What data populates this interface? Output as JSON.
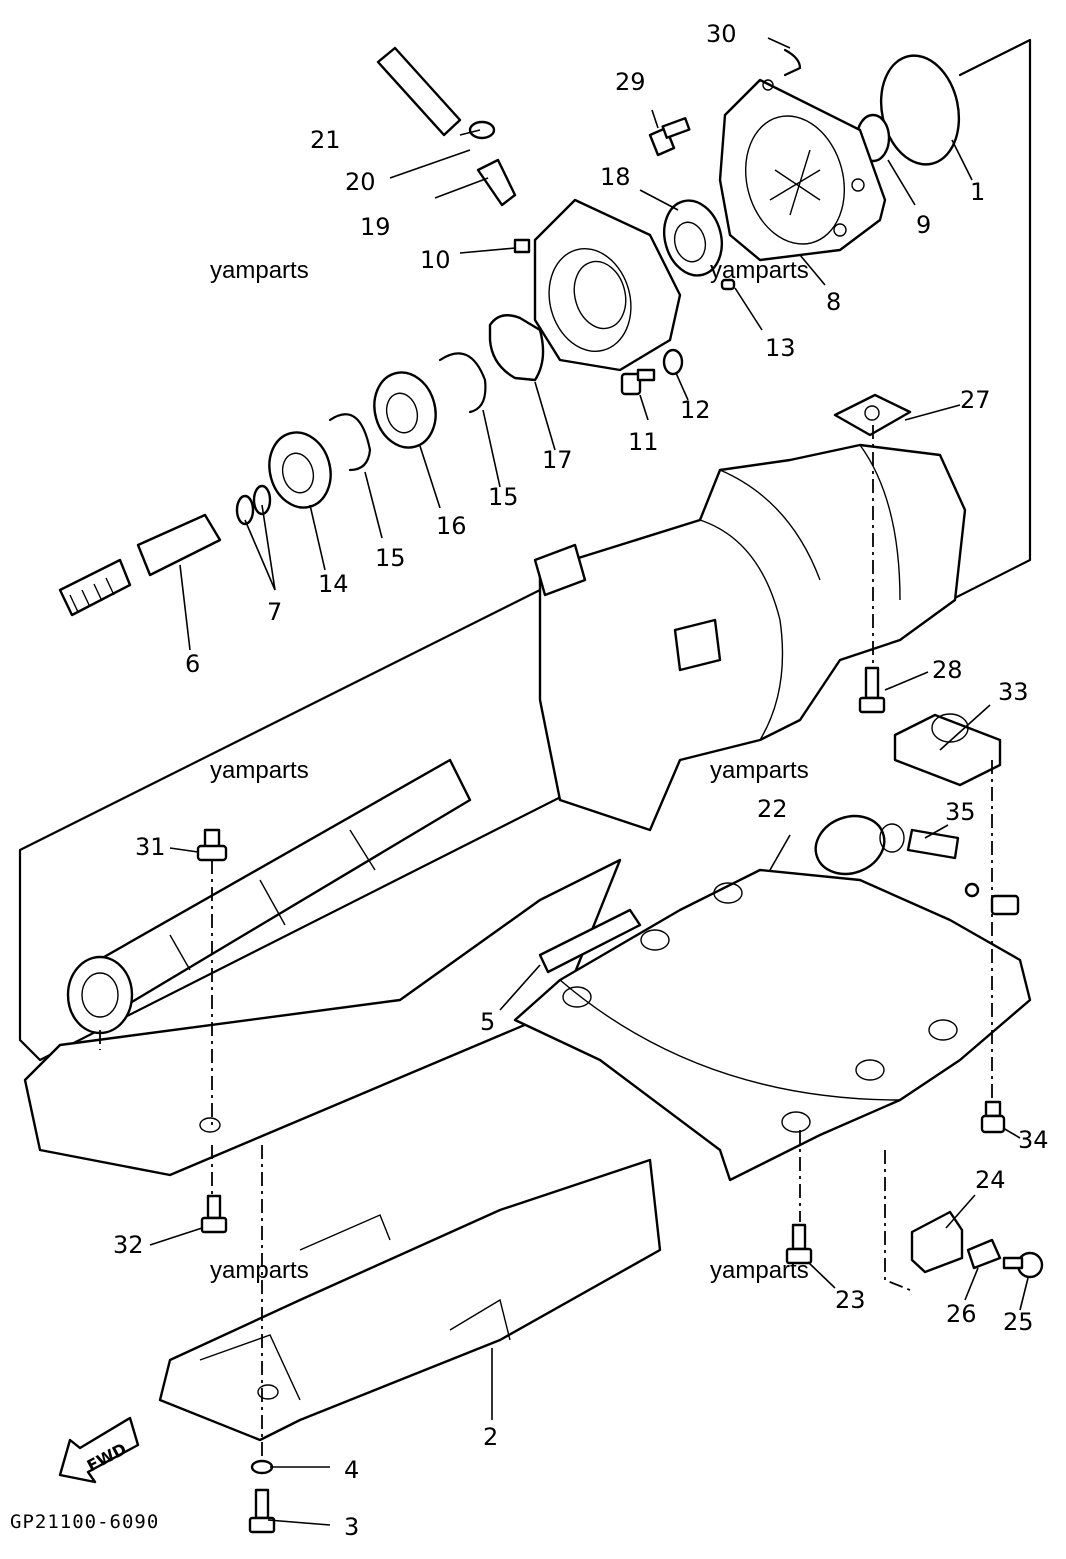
{
  "diagram_code": "GP21100-6090",
  "watermark": "yamparts",
  "fwd_label": "FWD",
  "callouts": {
    "c1": "1",
    "c2": "2",
    "c3": "3",
    "c4": "4",
    "c5": "5",
    "c6": "6",
    "c7": "7",
    "c8": "8",
    "c9": "9",
    "c10": "10",
    "c11": "11",
    "c12": "12",
    "c13": "13",
    "c14": "14",
    "c15a": "15",
    "c15b": "15",
    "c16": "16",
    "c17": "17",
    "c18": "18",
    "c19": "19",
    "c20": "20",
    "c21": "21",
    "c22": "22",
    "c23": "23",
    "c24": "24",
    "c25": "25",
    "c26": "26",
    "c27": "27",
    "c28": "28",
    "c29": "29",
    "c30": "30",
    "c31": "31",
    "c32": "32",
    "c33": "33",
    "c34": "34",
    "c35": "35"
  }
}
